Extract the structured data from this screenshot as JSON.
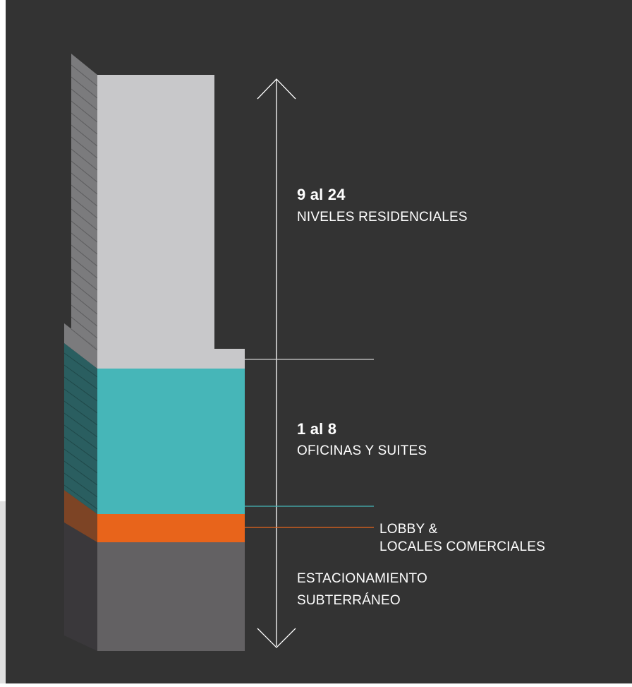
{
  "diagram": {
    "title": "",
    "colors": {
      "background": "#333333",
      "residential": "#c8c8ca",
      "residential_side": "#7b7b7d",
      "offices": "#46b6b8",
      "offices_side": "#2a5e60",
      "lobby": "#e8641b",
      "lobby_side": "#7d4425",
      "parking": "#636163",
      "parking_side": "#3a383b",
      "lines": "#ffffff"
    },
    "sections": [
      {
        "id": "residential",
        "levels": "9 al 24",
        "name": "NIVELES RESIDENCIALES"
      },
      {
        "id": "offices",
        "levels": "1 al 8",
        "name": "OFICINAS Y SUITES"
      },
      {
        "id": "lobby",
        "name_lines": [
          "LOBBY &",
          "LOCALES COMERCIALES"
        ]
      },
      {
        "id": "parking",
        "name_lines": [
          "ESTACIONAMIENTO",
          "SUBTERRÁNEO"
        ]
      }
    ]
  }
}
